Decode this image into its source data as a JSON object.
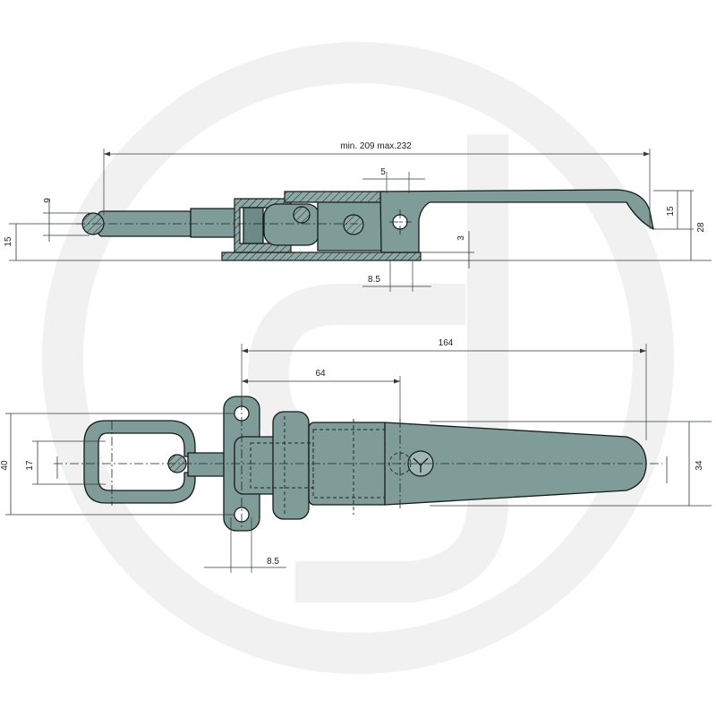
{
  "watermark": {
    "name": "granit-logo-watermark",
    "color": "#f1f1f1"
  },
  "colors": {
    "part": "#7f9c98",
    "outline": "#151a1a",
    "dimension": "#2f3a3a"
  },
  "side_view": {
    "dims": {
      "overall_length": "min. 209 max.232",
      "gap": "5",
      "rod_diameter": "9",
      "rod_height": "15",
      "lever_tip_height": "15",
      "total_height": "28",
      "plate_thickness": "3",
      "hole_offset": "8.5"
    }
  },
  "top_view": {
    "dims": {
      "overall_length": "164",
      "hole_spacing": "64",
      "plate_width": "40",
      "eye_width": "17",
      "lever_width": "34",
      "hole_offset": "8.5"
    }
  }
}
